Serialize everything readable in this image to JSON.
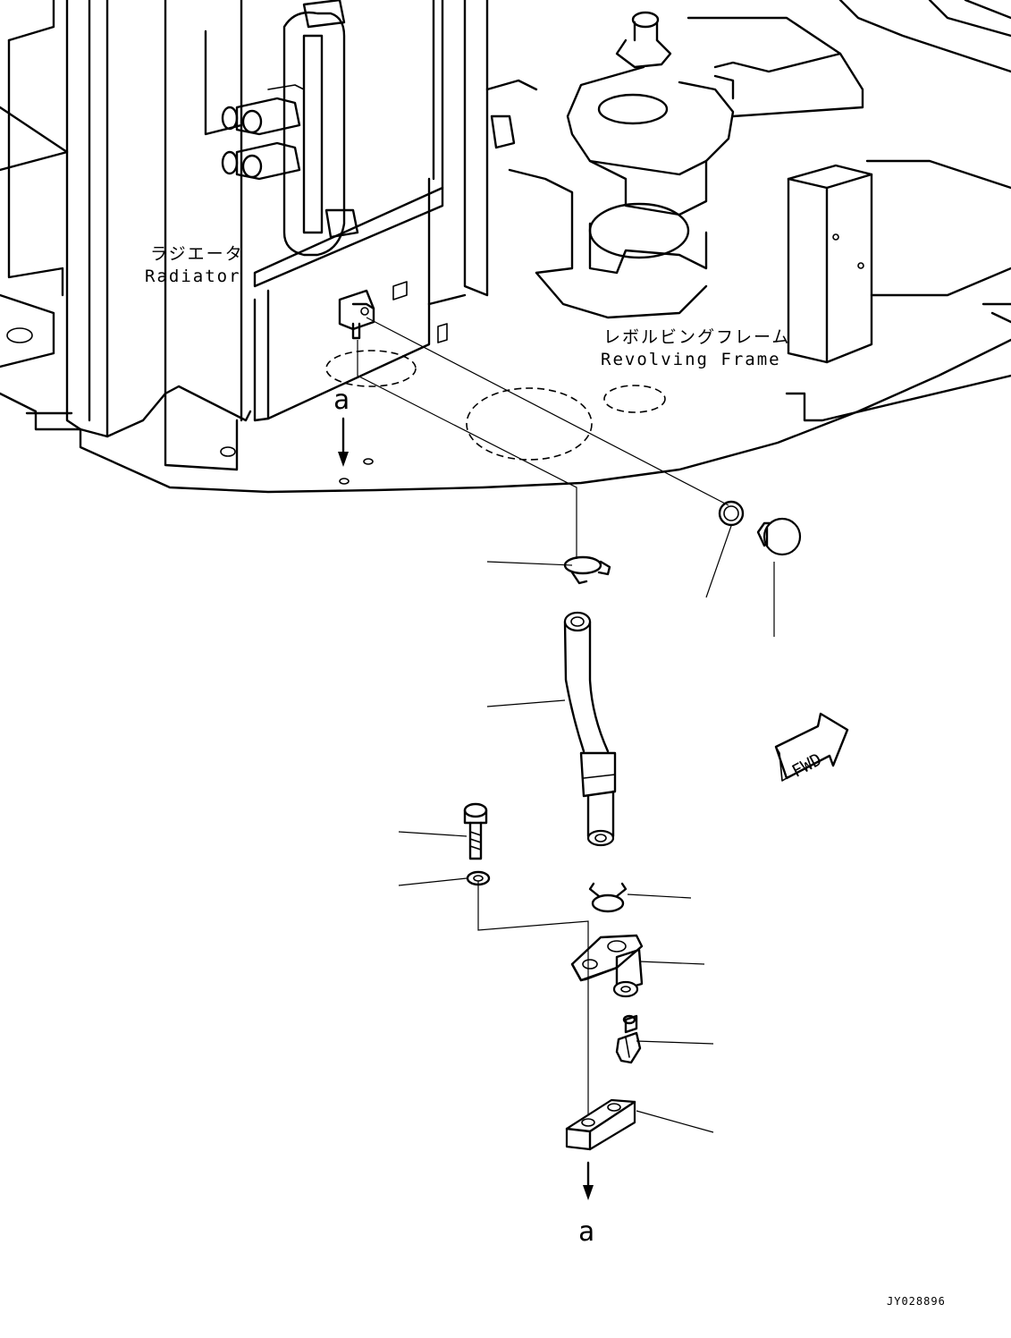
{
  "labels": {
    "radiator_jp": "ラジエータ",
    "radiator_en": "Radiator",
    "frame_jp": "レボルビングフレーム",
    "frame_en": "Revolving Frame",
    "fwd": "FWD",
    "ref_top": "a",
    "ref_bottom": "a",
    "drawing_id": "JY028896"
  }
}
